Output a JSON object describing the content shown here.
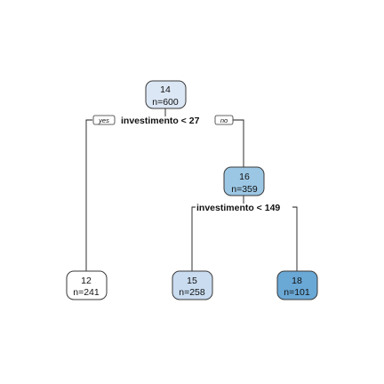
{
  "tree": {
    "root": {
      "value": "14",
      "count": "n=600",
      "fill": "#dce7f5"
    },
    "splits": {
      "first": {
        "label": "investimento < 27",
        "yes_tag": "yes",
        "no_tag": "no"
      },
      "second": {
        "label": "investimento < 149"
      }
    },
    "internal": {
      "value": "16",
      "count": "n=359",
      "fill": "#9cc7e4"
    },
    "leaves": [
      {
        "value": "12",
        "count": "n=241",
        "fill": "#ffffff"
      },
      {
        "value": "15",
        "count": "n=258",
        "fill": "#c9dcf0"
      },
      {
        "value": "18",
        "count": "n=101",
        "fill": "#6aa8d6"
      }
    ]
  }
}
